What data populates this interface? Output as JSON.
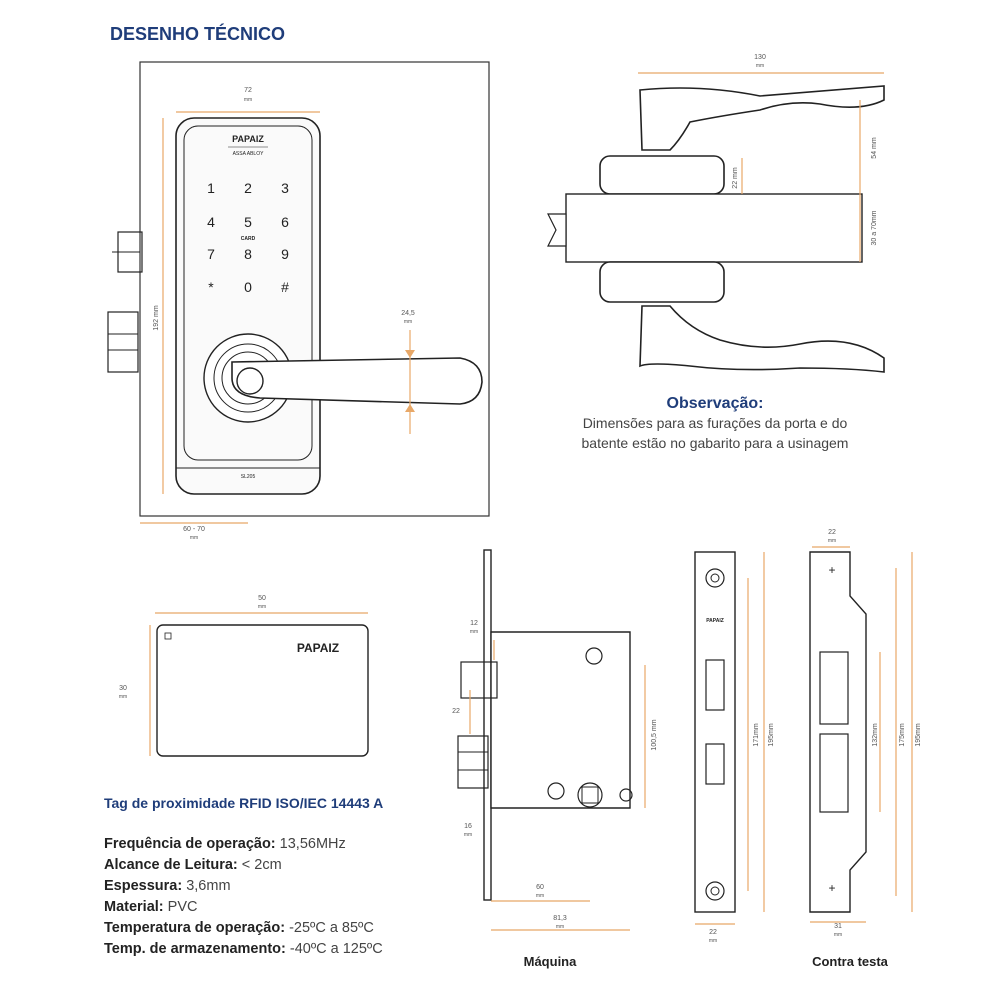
{
  "title": "DESENHO TÉCNICO",
  "colors": {
    "title": "#1f3d7a",
    "dimension": "#e8a868",
    "line": "#222222"
  },
  "lock_front": {
    "brand": "PAPAIZ",
    "brand_sub": "ASSA ABLOY",
    "keys": [
      "1",
      "2",
      "3",
      "4",
      "5",
      "6",
      "7",
      "8",
      "9",
      "*",
      "0",
      "#"
    ],
    "card_label": "CARD",
    "model": "SL205",
    "dim_width": "72",
    "dim_height": "192 mm",
    "dim_handle": "24,5",
    "dim_backset": "60 - 70"
  },
  "lock_top": {
    "dim_handle_length": "130",
    "dim_54": "54 mm",
    "dim_22": "22 mm",
    "dim_door": "30 a 70mm"
  },
  "observation": {
    "heading": "Observação:",
    "line1": "Dimensões para as furações da porta e do",
    "line2": "batente estão no gabarito para a usinagem"
  },
  "card": {
    "brand": "PAPAIZ",
    "dim_width": "50",
    "dim_height": "30"
  },
  "unit": "mm",
  "tag_title": "Tag de proximidade RFID ISO/IEC 14443 A",
  "specs": [
    {
      "label": "Frequência de operação:",
      "value": " 13,56MHz"
    },
    {
      "label": "Alcance de Leitura:",
      "value": " < 2cm"
    },
    {
      "label": "Espessura:",
      "value": " 3,6mm"
    },
    {
      "label": "Material:",
      "value": " PVC"
    },
    {
      "label": "Temperatura de operação:",
      "value": " -25ºC a 85ºC"
    },
    {
      "label": "Temp. de armazenamento:",
      "value": " -40ºC a 125ºC"
    }
  ],
  "maquina": {
    "caption": "Máquina",
    "dim_12": "12",
    "dim_22": "22",
    "dim_16": "16",
    "dim_1005": "100,5 mm",
    "dim_60": "60",
    "dim_813": "81,3"
  },
  "faceplate": {
    "dim_171": "171mm",
    "dim_195": "195mm",
    "dim_22": "22",
    "brand": "PAPAIZ"
  },
  "contra_testa": {
    "caption": "Contra testa",
    "dim_22": "22",
    "dim_132": "132mm",
    "dim_175": "175mm",
    "dim_195": "195mm",
    "dim_31": "31"
  }
}
